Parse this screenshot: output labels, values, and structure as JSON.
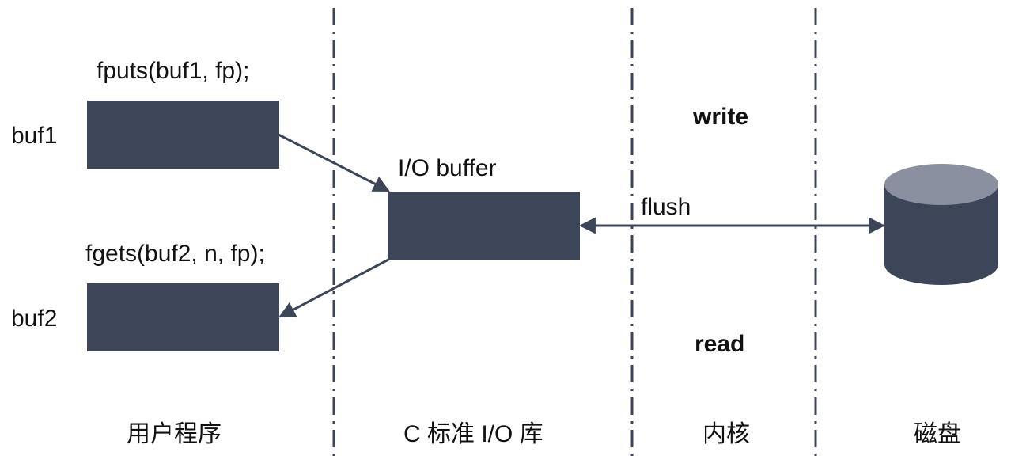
{
  "user_program": {
    "fputs_call": "fputs(buf1, fp);",
    "fgets_call": "fgets(buf2, n, fp);",
    "buf1_label": "buf1",
    "buf2_label": "buf2"
  },
  "c_library": {
    "buffer_label": "I/O buffer"
  },
  "kernel": {
    "write_label": "write",
    "flush_label": "flush",
    "read_label": "read"
  },
  "regions": {
    "user_program": "用户程序",
    "c_stdio": "C 标准 I/O 库",
    "kernel": "内核",
    "disk": "磁盘"
  },
  "colors": {
    "box_fill": "#3d4659",
    "disk_top": "#8a909f",
    "line": "#3d4659"
  }
}
